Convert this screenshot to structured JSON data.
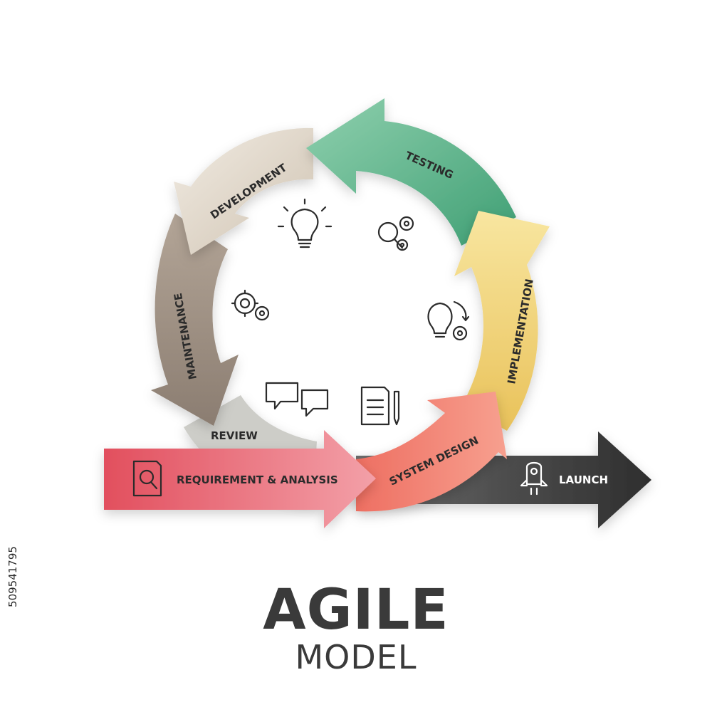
{
  "title": "AGILE",
  "subtitle": "MODEL",
  "stock_id": "509541795",
  "stages": {
    "development": {
      "label": "DEVELOPMENT",
      "color": "#e2d9cc"
    },
    "testing": {
      "label": "TESTING",
      "color": "#5bb68c"
    },
    "implementation": {
      "label": "IMPLEMENTATION",
      "color": "#f0d06a"
    },
    "system_design": {
      "label": "SYSTEM DESIGN",
      "color": "#f2806c"
    },
    "maintenance": {
      "label": "MAINTENANCE",
      "color": "#9a8c80"
    },
    "review": {
      "label": "REVIEW",
      "color": "#c9c9c4"
    },
    "requirement": {
      "label": "REQUIREMENT & ANALYSIS",
      "color": "#e65a67"
    },
    "launch": {
      "label": "LAUNCH",
      "color": "#3d3d3d"
    }
  },
  "icons": [
    "lightbulb-icon",
    "magnifier-gears-icon",
    "gears-icon",
    "idea-gear-icon",
    "chat-bubbles-icon",
    "document-pencil-icon",
    "document-search-icon",
    "rocket-icon"
  ]
}
